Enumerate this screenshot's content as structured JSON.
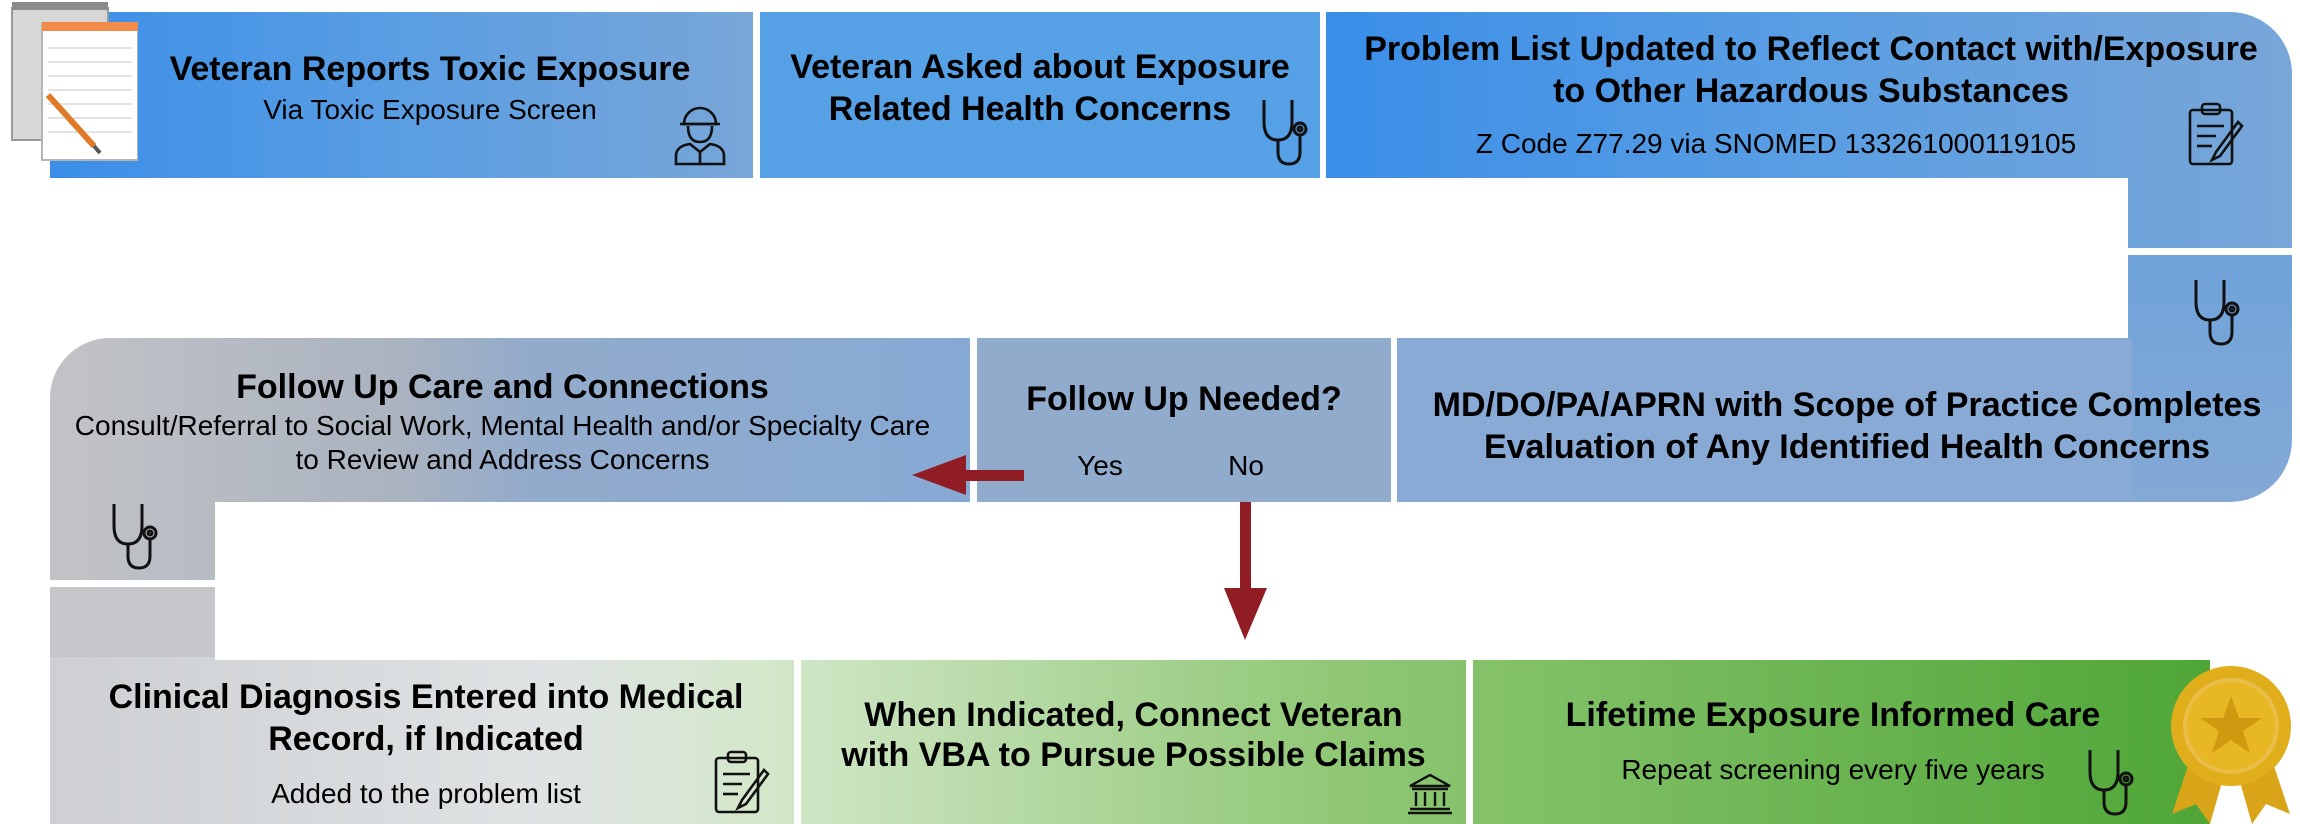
{
  "row1": {
    "step1": {
      "title": "Veteran Reports Toxic Exposure",
      "subtitle": "Via Toxic Exposure Screen"
    },
    "step2": {
      "title_line1": "Veteran Asked about Exposure",
      "title_line2": "Related Health Concerns"
    },
    "step3": {
      "title_line1": "Problem List Updated to Reflect Contact with/Exposure",
      "title_line2": "to Other Hazardous Substances",
      "subtitle": "Z Code Z77.29 via SNOMED 133261000119105"
    }
  },
  "row2": {
    "step4": {
      "title_line1": "MD/DO/PA/APRN with Scope of Practice Completes",
      "title_line2": "Evaluation of Any Identified Health Concerns"
    },
    "decision": {
      "question": "Follow Up Needed?",
      "yes_label": "Yes",
      "no_label": "No"
    },
    "followup": {
      "title": "Follow Up Care and Connections",
      "subtitle_line1": "Consult/Referral to Social Work, Mental Health and/or Specialty Care",
      "subtitle_line2": "to Review and Address Concerns"
    }
  },
  "row3": {
    "diagnosis": {
      "title_line1": "Clinical Diagnosis Entered into Medical",
      "title_line2": "Record, if Indicated",
      "subtitle": "Added to the problem list"
    },
    "vba": {
      "title_line1": "When Indicated, Connect Veteran",
      "title_line2": "with VBA to Pursue Possible Claims"
    },
    "lifetime": {
      "title": "Lifetime Exposure Informed Care",
      "subtitle": "Repeat screening every five years"
    }
  },
  "colors": {
    "blue_dark": "#3a8ee8",
    "blue_mid": "#5a9de0",
    "blue_light": "#7ea7d6",
    "gray": "#c0c2c6",
    "green_light": "#cfe6c0",
    "green": "#5aac3e",
    "arrow": "#8f1d23",
    "gold": "#e0ad1b"
  },
  "icons": [
    "notepad-icon",
    "soldier-icon",
    "stethoscope-icon",
    "clipboard-icon",
    "bank-icon",
    "award-ribbon-icon"
  ]
}
